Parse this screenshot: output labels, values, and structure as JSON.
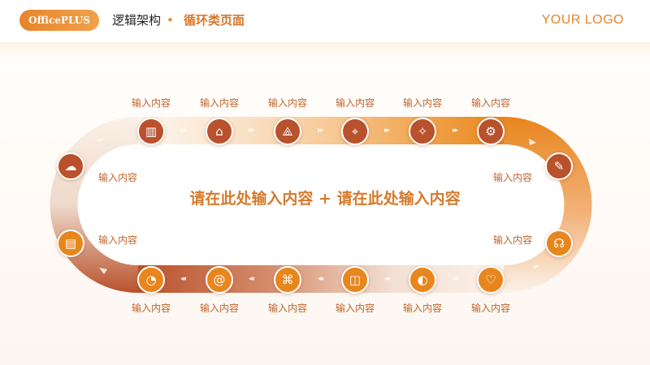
{
  "header": {
    "brand": "OfficePLUS",
    "category": "逻辑架构",
    "separator": "•",
    "title": "循环类页面",
    "logo": "YOUR LOGO"
  },
  "center_text": "请在此处输入内容 + 请在此处输入内容",
  "nodes": [
    {
      "label": "输入内容",
      "icon": "building-icon",
      "glyph": "▥"
    },
    {
      "label": "输入内容",
      "icon": "shop-icon",
      "glyph": "⌂"
    },
    {
      "label": "输入内容",
      "icon": "compass-icon",
      "glyph": "⟁"
    },
    {
      "label": "输入内容",
      "icon": "target-icon",
      "glyph": "⌖"
    },
    {
      "label": "输入内容",
      "icon": "magic-wand-icon",
      "glyph": "✧"
    },
    {
      "label": "输入内容",
      "icon": "gear-icon",
      "glyph": "⚙"
    },
    {
      "label": "输入内容",
      "icon": "edit-icon",
      "glyph": "✎"
    },
    {
      "label": "输入内容",
      "icon": "headset-icon",
      "glyph": "☊"
    },
    {
      "label": "输入内容",
      "icon": "heart-pulse-icon",
      "glyph": "♡"
    },
    {
      "label": "输入内容",
      "icon": "palette-icon",
      "glyph": "◐"
    },
    {
      "label": "输入内容",
      "icon": "layout-icon",
      "glyph": "◫"
    },
    {
      "label": "输入内容",
      "icon": "command-icon",
      "glyph": "⌘"
    },
    {
      "label": "输入内容",
      "icon": "at-sign-icon",
      "glyph": "@"
    },
    {
      "label": "输入内容",
      "icon": "chart-icon",
      "glyph": "◔"
    },
    {
      "label": "输入内容",
      "icon": "document-icon",
      "glyph": "▤"
    },
    {
      "label": "输入内容",
      "icon": "cloud-icon",
      "glyph": "☁"
    }
  ],
  "colors": {
    "accent": "#e8842a",
    "dark_node": "#b9512c",
    "orange_node": "#e8861e"
  }
}
